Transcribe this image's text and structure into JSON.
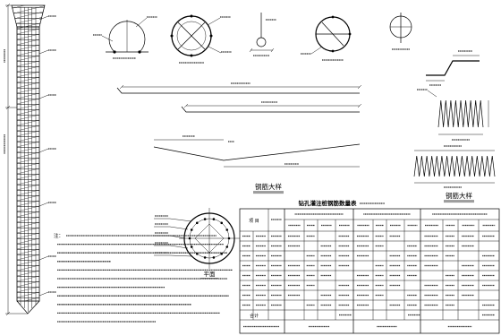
{
  "sheet": {
    "background": "#ffffff",
    "ink": "#000000"
  },
  "rebar_detail_title_middle": "钢筋大样",
  "rebar_detail_title_right": "钢筋大样",
  "cross_section_label": "平面",
  "notes": {
    "heading": "注："
  },
  "quantity_table": {
    "title": "钻孔灌注桩钢筋数量表",
    "item_header": "项 目",
    "total_label": "合计"
  }
}
